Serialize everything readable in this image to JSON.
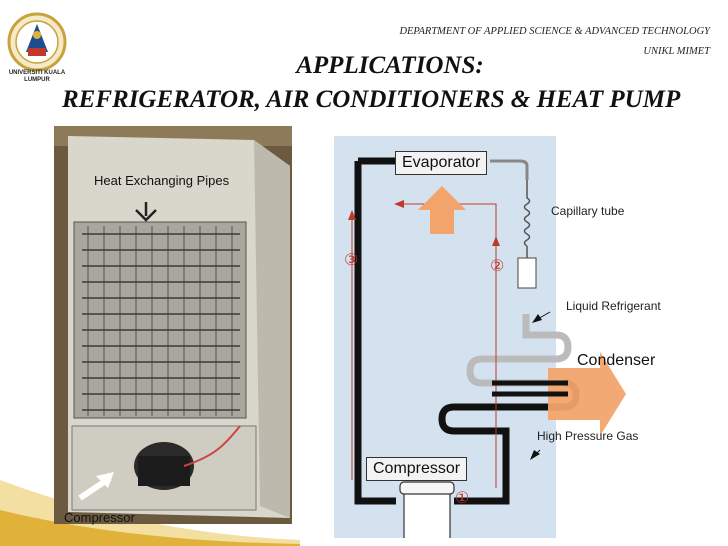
{
  "header": {
    "department": "DEPARTMENT OF APPLIED SCIENCE & ADVANCED TECHNOLOGY",
    "campus": "UNIKL MIMET",
    "logo_text": "UNIVERSITI KUALA LUMPUR"
  },
  "slide": {
    "title": "APPLICATIONS:",
    "subtitle": "REFRIGERATOR,  AIR CONDITIONERS & HEAT PUMP"
  },
  "photo": {
    "label_pipes": "Heat Exchanging Pipes",
    "label_compressor": "Compressor"
  },
  "diagram": {
    "evaporator": "Evaporator",
    "capillary_tube": "Capillary tube",
    "liquid_refrigerant": "Liquid Refrigerant",
    "condenser": "Condenser",
    "high_pressure_gas": "High Pressure Gas",
    "compressor": "Compressor",
    "step1": "①",
    "step2": "②",
    "step3": "③"
  },
  "colors": {
    "accent_gold": "#e0b23a",
    "flow_red": "#c0392b",
    "arrow_orange": "#f2a46b",
    "diagram_bg": "#d3e2ee"
  }
}
